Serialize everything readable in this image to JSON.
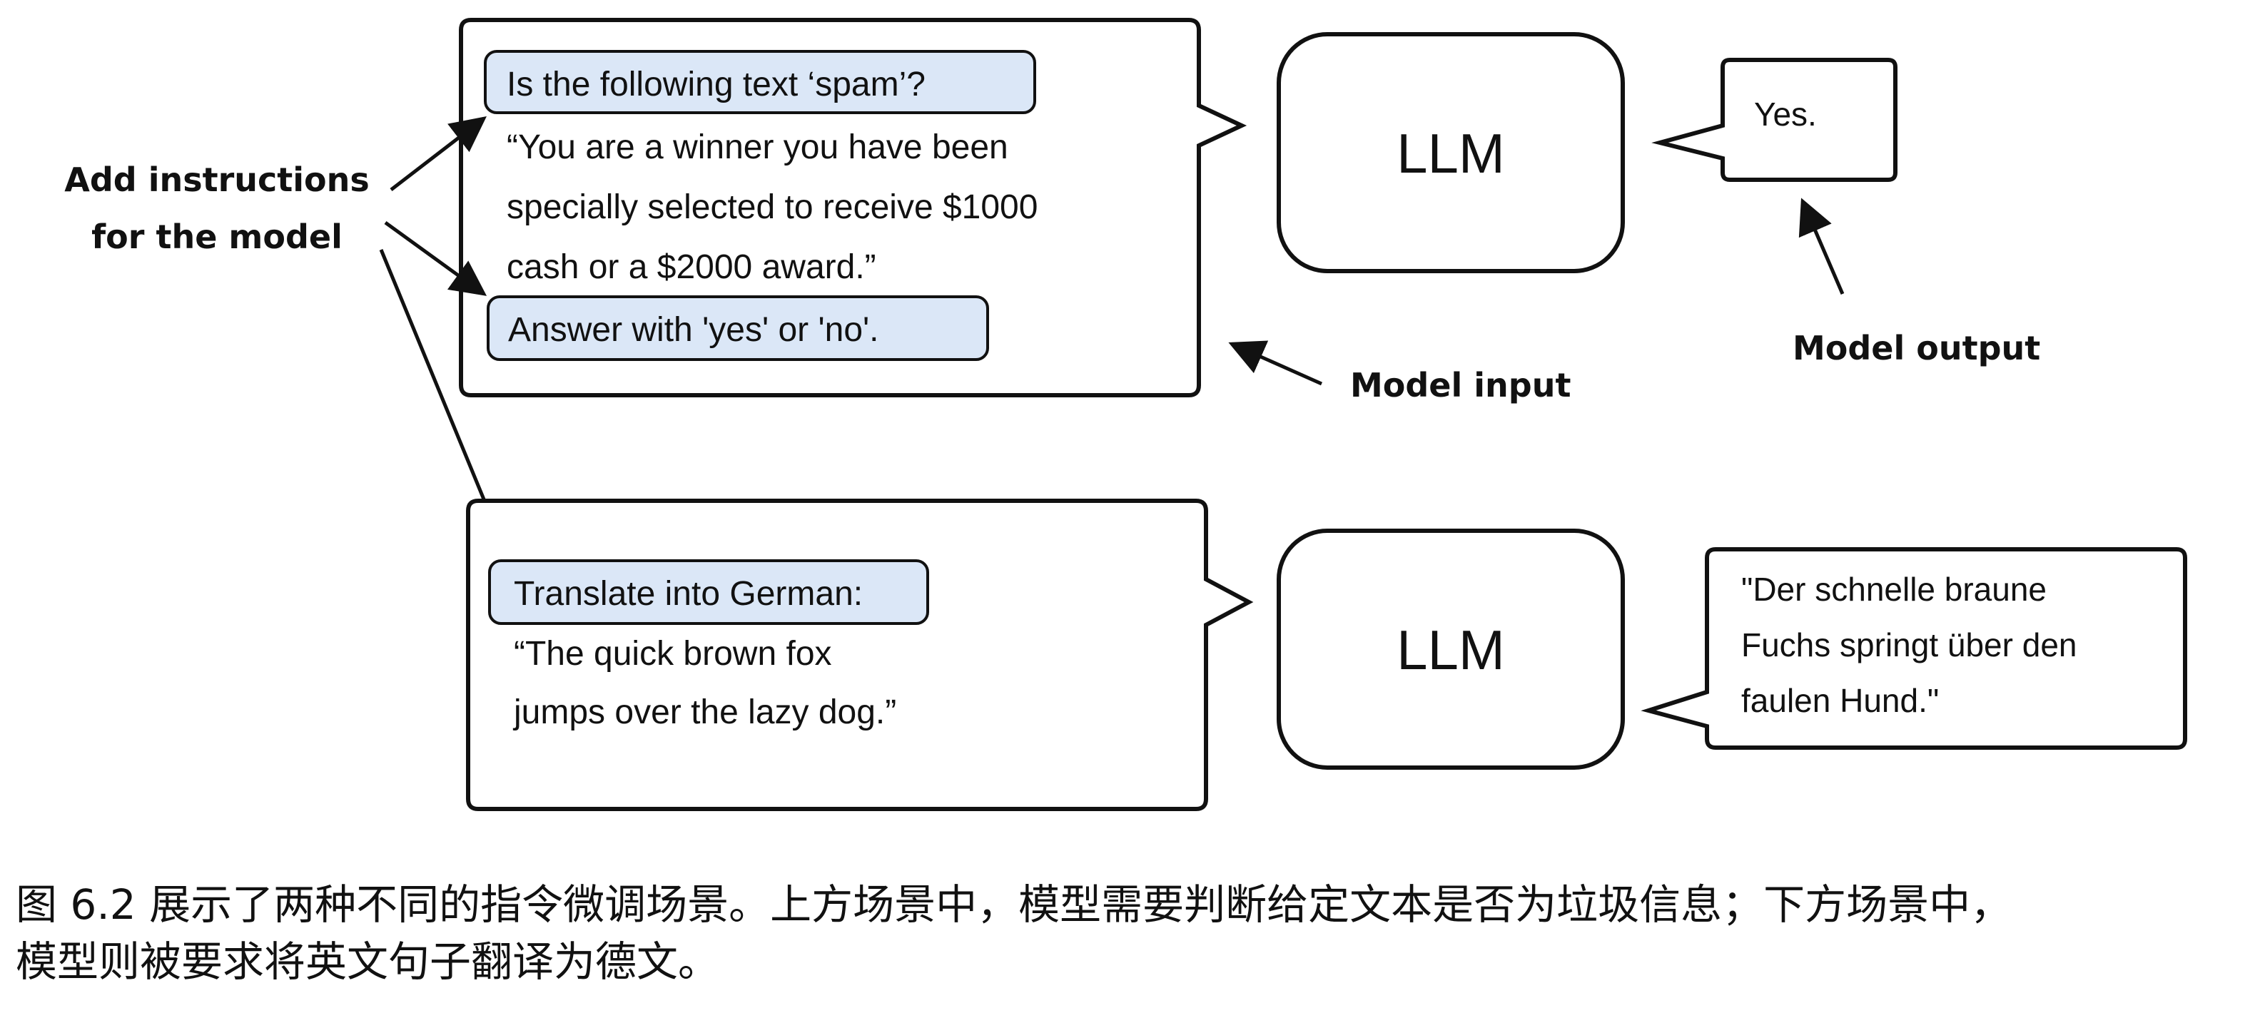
{
  "colors": {
    "highlight_fill": "#dbe7f7",
    "outline": "#111111",
    "text": "#111111",
    "background": "#ffffff"
  },
  "annotations": {
    "add_instructions": [
      "Add instructions",
      "for the model"
    ],
    "model_input": "Model input",
    "model_output": "Model output"
  },
  "example_spam": {
    "instruction": "Is the following text ‘spam’?",
    "text_lines": [
      "“You are a winner you have been",
      "specially selected to receive $1000",
      "cash or a $2000 award.”"
    ],
    "answer_format": "Answer with 'yes' or 'no'.",
    "llm_label": "LLM",
    "output": "Yes."
  },
  "example_translate": {
    "instruction": "Translate into German:",
    "text_lines": [
      "“The quick brown fox",
      "jumps over the lazy dog.”"
    ],
    "llm_label": "LLM",
    "output_lines": [
      "\"Der schnelle braune",
      "Fuchs springt über den",
      "faulen Hund.\""
    ]
  },
  "caption": {
    "line1": "图 6.2 展示了两种不同的指令微调场景。上方场景中，模型需要判断给定文本是否为垃圾信息；下方场景中，",
    "line2": "模型则被要求将英文句子翻译为德文。"
  }
}
